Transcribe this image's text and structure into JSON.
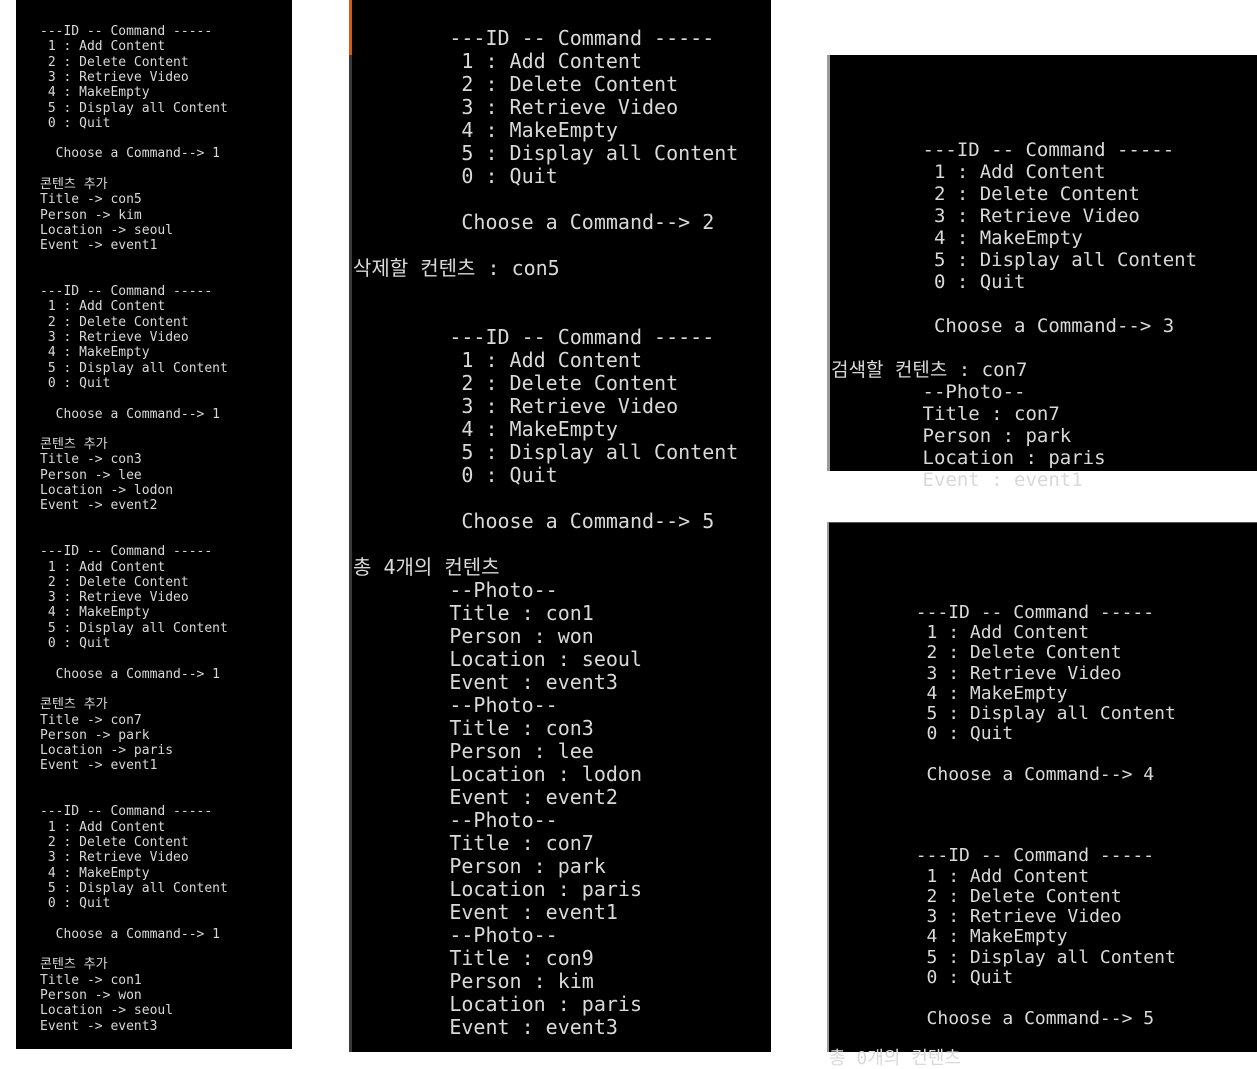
{
  "colors": {
    "console_bg": "#000000",
    "console_text": "#d9d9d9",
    "accent": "#d35a1a",
    "page_bg": "#ffffff"
  },
  "panels": [
    {
      "id": "add-content-session",
      "lines": [
        "---ID -- Command -----",
        " 1 : Add Content",
        " 2 : Delete Content",
        " 3 : Retrieve Video",
        " 4 : MakeEmpty",
        " 5 : Display all Content",
        " 0 : Quit",
        "",
        "  Choose a Command--> 1",
        "",
        "콘텐츠 추가",
        "Title -> con5",
        "Person -> kim",
        "Location -> seoul",
        "Event -> event1",
        "",
        "",
        "---ID -- Command -----",
        " 1 : Add Content",
        " 2 : Delete Content",
        " 3 : Retrieve Video",
        " 4 : MakeEmpty",
        " 5 : Display all Content",
        " 0 : Quit",
        "",
        "  Choose a Command--> 1",
        "",
        "콘텐츠 추가",
        "Title -> con3",
        "Person -> lee",
        "Location -> lodon",
        "Event -> event2",
        "",
        "",
        "---ID -- Command -----",
        " 1 : Add Content",
        " 2 : Delete Content",
        " 3 : Retrieve Video",
        " 4 : MakeEmpty",
        " 5 : Display all Content",
        " 0 : Quit",
        "",
        "  Choose a Command--> 1",
        "",
        "콘텐츠 추가",
        "Title -> con7",
        "Person -> park",
        "Location -> paris",
        "Event -> event1",
        "",
        "",
        "---ID -- Command -----",
        " 1 : Add Content",
        " 2 : Delete Content",
        " 3 : Retrieve Video",
        " 4 : MakeEmpty",
        " 5 : Display all Content",
        " 0 : Quit",
        "",
        "  Choose a Command--> 1",
        "",
        "콘텐츠 추가",
        "Title -> con1",
        "Person -> won",
        "Location -> seoul",
        "Event -> event3"
      ]
    },
    {
      "id": "delete-and-display-session",
      "lines": [
        "        ---ID -- Command -----",
        "         1 : Add Content",
        "         2 : Delete Content",
        "         3 : Retrieve Video",
        "         4 : MakeEmpty",
        "         5 : Display all Content",
        "         0 : Quit",
        "",
        "         Choose a Command--> 2",
        "",
        "삭제할 컨텐츠 : con5",
        "",
        "",
        "        ---ID -- Command -----",
        "         1 : Add Content",
        "         2 : Delete Content",
        "         3 : Retrieve Video",
        "         4 : MakeEmpty",
        "         5 : Display all Content",
        "         0 : Quit",
        "",
        "         Choose a Command--> 5",
        "",
        "총 4개의 컨텐츠",
        "        --Photo--",
        "        Title : con1",
        "        Person : won",
        "        Location : seoul",
        "        Event : event3",
        "        --Photo--",
        "        Title : con3",
        "        Person : lee",
        "        Location : lodon",
        "        Event : event2",
        "        --Photo--",
        "        Title : con7",
        "        Person : park",
        "        Location : paris",
        "        Event : event1",
        "        --Photo--",
        "        Title : con9",
        "        Person : kim",
        "        Location : paris",
        "        Event : event3"
      ]
    },
    {
      "id": "retrieve-session",
      "lines": [
        "",
        "",
        "        ---ID -- Command -----",
        "         1 : Add Content",
        "         2 : Delete Content",
        "         3 : Retrieve Video",
        "         4 : MakeEmpty",
        "         5 : Display all Content",
        "         0 : Quit",
        "",
        "         Choose a Command--> 3",
        "",
        "검색할 컨텐츠 : con7",
        "        --Photo--",
        "        Title : con7",
        "        Person : park",
        "        Location : paris",
        "        Event : event1"
      ]
    },
    {
      "id": "make-empty-session",
      "lines": [
        "",
        "",
        "        ---ID -- Command -----",
        "         1 : Add Content",
        "         2 : Delete Content",
        "         3 : Retrieve Video",
        "         4 : MakeEmpty",
        "         5 : Display all Content",
        "         0 : Quit",
        "",
        "         Choose a Command--> 4",
        "",
        "",
        "",
        "        ---ID -- Command -----",
        "         1 : Add Content",
        "         2 : Delete Content",
        "         3 : Retrieve Video",
        "         4 : MakeEmpty",
        "         5 : Display all Content",
        "         0 : Quit",
        "",
        "         Choose a Command--> 5",
        "",
        "총 0개의 컨텐츠"
      ]
    }
  ]
}
